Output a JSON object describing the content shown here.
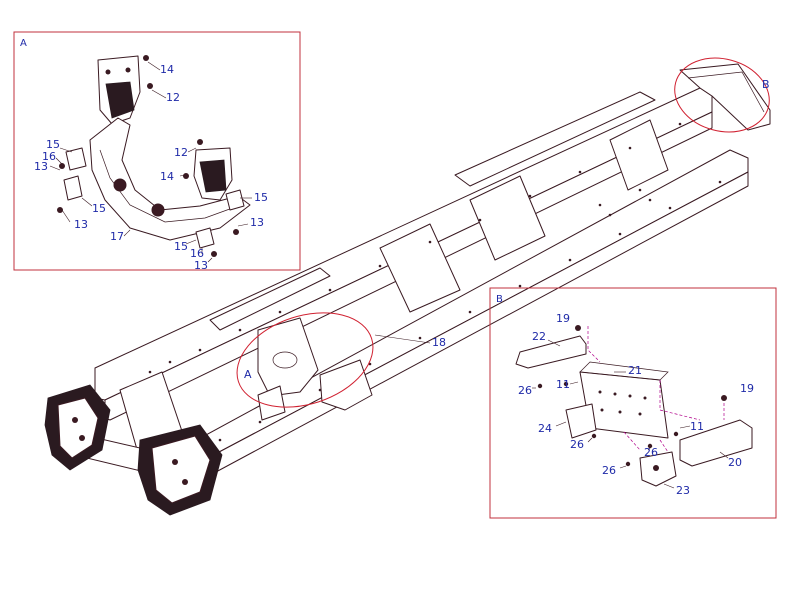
{
  "detail_a": {
    "box_label": "A",
    "callouts": [
      {
        "id": "a14",
        "text": "14"
      },
      {
        "id": "a12",
        "text": "12"
      },
      {
        "id": "a15a",
        "text": "15"
      },
      {
        "id": "a16a",
        "text": "16"
      },
      {
        "id": "a13a",
        "text": "13"
      },
      {
        "id": "a15b",
        "text": "15"
      },
      {
        "id": "a13b",
        "text": "13"
      },
      {
        "id": "a17",
        "text": "17"
      },
      {
        "id": "a12b",
        "text": "12"
      },
      {
        "id": "a14b",
        "text": "14"
      },
      {
        "id": "a15c",
        "text": "15"
      },
      {
        "id": "a13c",
        "text": "13"
      },
      {
        "id": "a15d",
        "text": "15"
      },
      {
        "id": "a16b",
        "text": "16"
      },
      {
        "id": "a13d",
        "text": "13"
      }
    ]
  },
  "detail_b": {
    "box_label": "B",
    "callouts": [
      {
        "id": "b19a",
        "text": "19"
      },
      {
        "id": "b22",
        "text": "22"
      },
      {
        "id": "b21",
        "text": "21"
      },
      {
        "id": "b11a",
        "text": "11"
      },
      {
        "id": "b26a",
        "text": "26"
      },
      {
        "id": "b19b",
        "text": "19"
      },
      {
        "id": "b24",
        "text": "24"
      },
      {
        "id": "b26b",
        "text": "26"
      },
      {
        "id": "b11b",
        "text": "11"
      },
      {
        "id": "b26c",
        "text": "26"
      },
      {
        "id": "b20",
        "text": "20"
      },
      {
        "id": "b26d",
        "text": "26"
      },
      {
        "id": "b23",
        "text": "23"
      }
    ]
  },
  "main_view": {
    "frame_callout": "18",
    "label_a": "A",
    "label_b": "B"
  },
  "colors": {
    "callout_text": "#1f2aa8",
    "linework": "#3a1a22",
    "detail_box": "#c0303c",
    "highlight_ellipse": "#d02030",
    "assembly_dash": "#b0008a"
  }
}
